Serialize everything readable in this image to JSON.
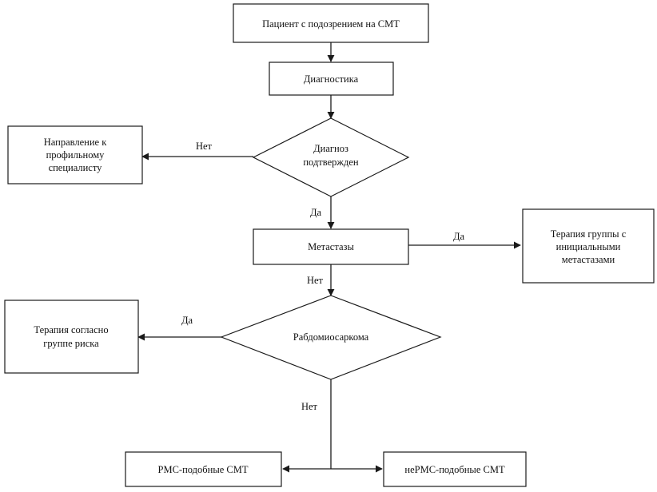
{
  "nodes": {
    "patient": "Пациент с подозрением на СМТ",
    "diagnostics": "Диагностика",
    "diagnosis": [
      "Диагноз",
      "подтвержден"
    ],
    "referral": [
      "Направление к",
      "профильному",
      "специалисту"
    ],
    "metastases": "Метастазы",
    "initial_metastases": [
      "Терапия группы с",
      "инициальными",
      "метастазами"
    ],
    "rhabdo": "Рабдомиосаркома",
    "risk_group": [
      "Терапия согласно",
      "группе риска"
    ],
    "rms_like": "РМС-подобные СМТ",
    "non_rms_like": "неРМС-подобные СМТ"
  },
  "edges": {
    "diag_no": "Нет",
    "diag_yes": "Да",
    "meta_yes": "Да",
    "meta_no": "Нет",
    "rhabdo_yes": "Да",
    "rhabdo_no": "Нет"
  }
}
